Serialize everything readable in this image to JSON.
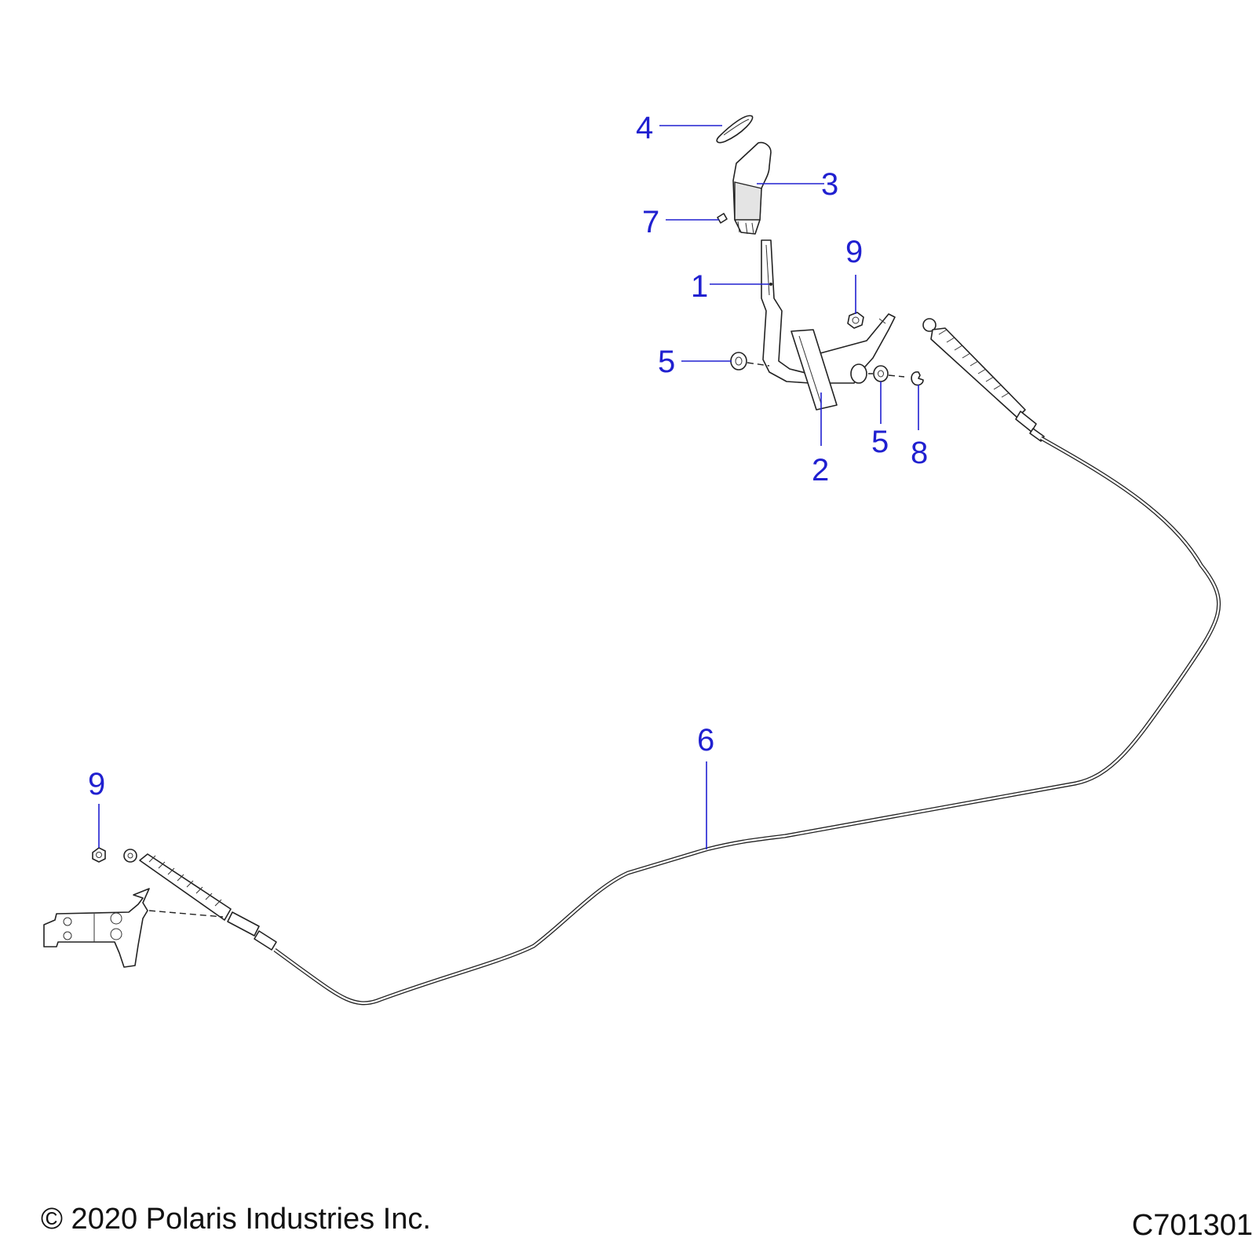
{
  "callouts": [
    {
      "id": "4",
      "label": "4"
    },
    {
      "id": "3",
      "label": "3"
    },
    {
      "id": "7",
      "label": "7"
    },
    {
      "id": "9a",
      "label": "9"
    },
    {
      "id": "1",
      "label": "1"
    },
    {
      "id": "5a",
      "label": "5"
    },
    {
      "id": "5b",
      "label": "5"
    },
    {
      "id": "8",
      "label": "8"
    },
    {
      "id": "2",
      "label": "2"
    },
    {
      "id": "6",
      "label": "6"
    },
    {
      "id": "9b",
      "label": "9"
    }
  ],
  "footer": {
    "copyright": "© 2020 Polaris Industries Inc.",
    "drawing_id": "C701301"
  }
}
